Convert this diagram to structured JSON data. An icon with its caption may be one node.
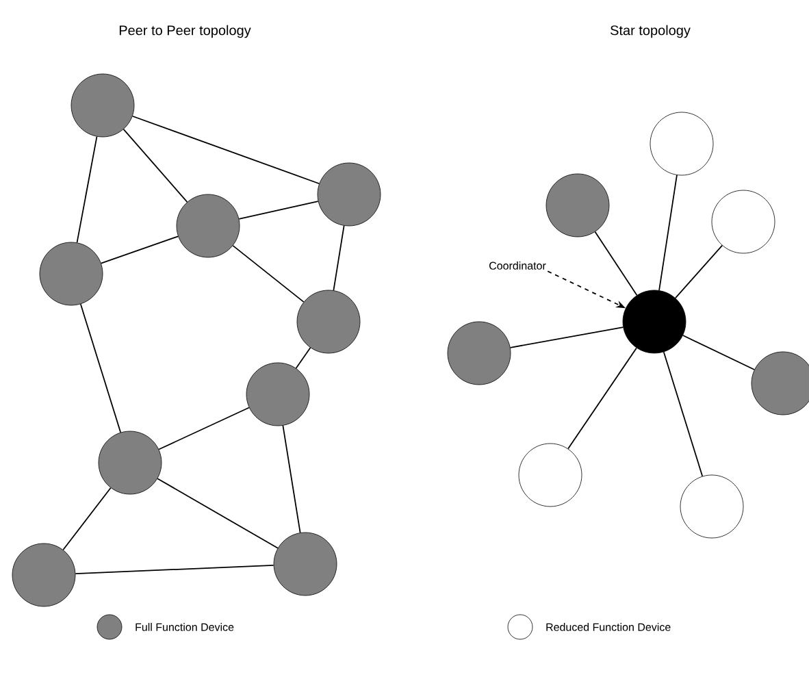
{
  "diagram": {
    "nodes": [
      {
        "text": [],
        "shape": "circle"
      },
      {
        "text": [],
        "shape": "circle"
      },
      {
        "text": [],
        "shape": "circle"
      },
      {
        "text": [],
        "shape": "circle"
      },
      {
        "text": [],
        "shape": "circle"
      },
      {
        "text": [],
        "shape": "circle"
      },
      {
        "text": [],
        "shape": "circle"
      },
      {
        "text": [],
        "shape": "circle"
      },
      {
        "text": [],
        "shape": "circle"
      },
      {
        "text": [],
        "shape": "circle"
      },
      {
        "text": [],
        "shape": "circle"
      },
      {
        "text": [],
        "shape": "circle"
      },
      {
        "text": [
          "Coordinator"
        ]
      },
      {
        "text": [],
        "shape": "circle"
      },
      {
        "text": [],
        "shape": "circle"
      },
      {
        "text": [],
        "shape": "circle"
      },
      {
        "text": [],
        "shape": "circle"
      },
      {
        "text": [],
        "shape": "circle"
      }
    ],
    "edges": [
      {
        "from": 0,
        "to": 3,
        "arrow": "none"
      },
      {
        "from": 0,
        "to": 1,
        "arrow": "none"
      },
      {
        "from": 0,
        "to": 2,
        "arrow": "none"
      },
      {
        "from": 1,
        "to": 2,
        "arrow": "none"
      },
      {
        "from": 1,
        "to": 3,
        "arrow": "none"
      },
      {
        "from": 1,
        "to": 4,
        "arrow": "none"
      },
      {
        "from": 2,
        "to": 4,
        "arrow": "none"
      },
      {
        "from": 3,
        "to": 6,
        "arrow": "none"
      },
      {
        "from": 4,
        "to": 5,
        "arrow": "none"
      },
      {
        "from": 5,
        "to": 6,
        "arrow": "none"
      },
      {
        "from": 5,
        "to": 8,
        "arrow": "none"
      },
      {
        "from": 6,
        "to": 7,
        "arrow": "none"
      },
      {
        "from": 6,
        "to": 8,
        "arrow": "none"
      },
      {
        "from": 7,
        "to": 8,
        "arrow": "none"
      },
      {
        "from": 14,
        "to": 9,
        "arrow": "none"
      },
      {
        "from": 14,
        "to": 10,
        "arrow": "none"
      },
      {
        "from": 14,
        "to": 11,
        "arrow": "none"
      },
      {
        "from": 14,
        "to": 13,
        "arrow": "none"
      },
      {
        "from": 14,
        "to": 15,
        "arrow": "none"
      },
      {
        "from": 14,
        "to": 16,
        "arrow": "none"
      },
      {
        "from": 14,
        "to": 17,
        "arrow": "none"
      },
      {
        "from": 12,
        "to": 14,
        "arrow": "to",
        "style": "dashed"
      }
    ],
    "labels": [
      "Peer to Peer topology",
      "Star topology"
    ],
    "legend": [
      {
        "text": "Full Function Device",
        "color": "#808080"
      },
      {
        "text": "Reduced Function Device"
      }
    ]
  }
}
